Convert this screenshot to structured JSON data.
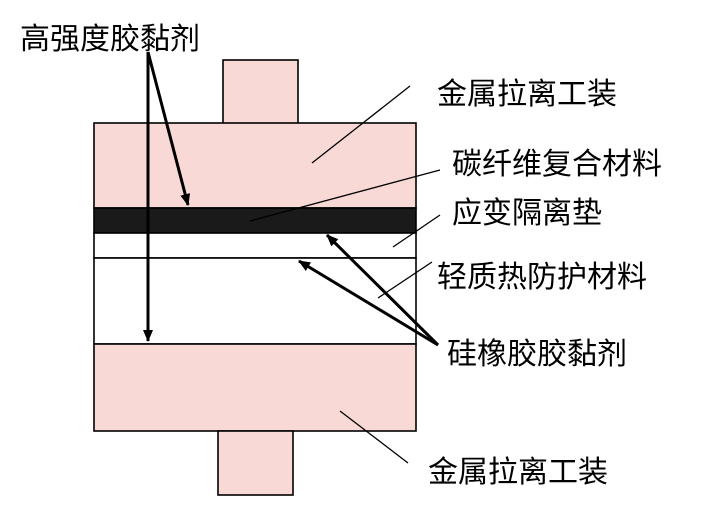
{
  "labels": {
    "high_strength_adhesive": "高强度胶黏剂",
    "metal_fixture_top": "金属拉离工装",
    "carbon_fiber_composite": "碳纤维复合材料",
    "strain_isolation_pad": "应变隔离垫",
    "lightweight_tps": "轻质热防护材料",
    "silicone_rubber_adhesive": "硅橡胶胶黏剂",
    "metal_fixture_bottom": "金属拉离工装"
  },
  "colors": {
    "fixture": "#f9d9d6",
    "composite": "#1a1a1a",
    "pad": "#ffffff",
    "tps": "#ffffff",
    "line": "#000000"
  }
}
